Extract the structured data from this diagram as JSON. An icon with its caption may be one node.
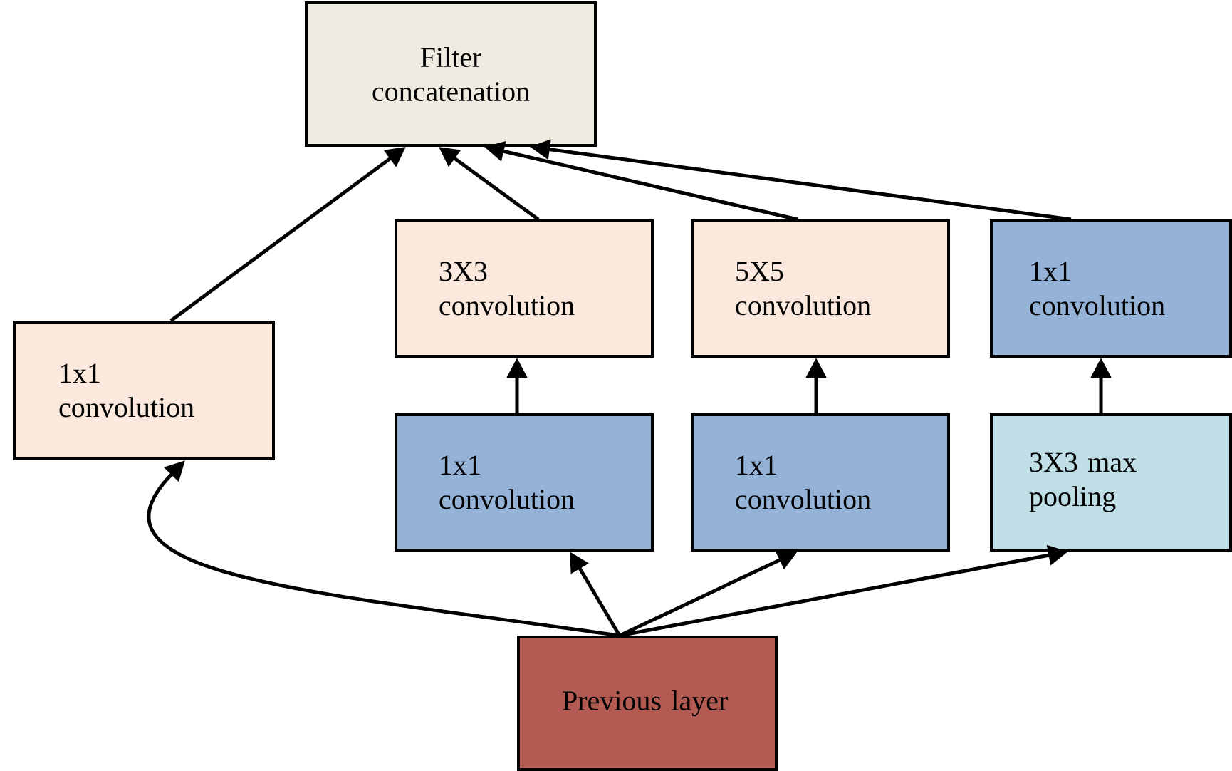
{
  "diagram": {
    "nodes": [
      {
        "text": [
          "Filter concatenation"
        ]
      },
      {
        "text": [
          "1x1 convolution"
        ]
      },
      {
        "text": [
          "3X3 convolution"
        ]
      },
      {
        "text": [
          "5X5 convolution"
        ]
      },
      {
        "text": [
          "1x1 convolution"
        ]
      },
      {
        "text": [
          "1x1 convolution"
        ]
      },
      {
        "text": [
          "1x1 convolution"
        ]
      },
      {
        "text": [
          "3X3 max pooling"
        ]
      },
      {
        "text": [
          "Previous layer"
        ]
      }
    ],
    "edges": [
      {
        "from": 8,
        "to": 1,
        "arrow": "to"
      },
      {
        "from": 8,
        "to": 5,
        "arrow": "to"
      },
      {
        "from": 8,
        "to": 6,
        "arrow": "to"
      },
      {
        "from": 8,
        "to": 7,
        "arrow": "to"
      },
      {
        "from": 5,
        "to": 2,
        "arrow": "to"
      },
      {
        "from": 6,
        "to": 3,
        "arrow": "to"
      },
      {
        "from": 7,
        "to": 4,
        "arrow": "to"
      },
      {
        "from": 1,
        "to": 0,
        "arrow": "to"
      },
      {
        "from": 2,
        "to": 0,
        "arrow": "to"
      },
      {
        "from": 3,
        "to": 0,
        "arrow": "to"
      },
      {
        "from": 4,
        "to": 0,
        "arrow": "to"
      }
    ]
  }
}
